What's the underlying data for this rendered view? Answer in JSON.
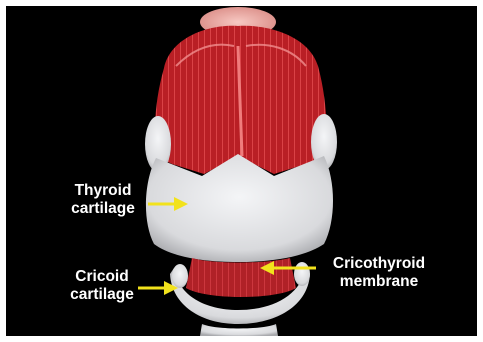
{
  "labels": {
    "thyroid": {
      "line1": "Thyroid",
      "line2": "cartilage"
    },
    "cricoid": {
      "line1": "Cricoid",
      "line2": "cartilage"
    },
    "cricothyroid": {
      "line1": "Cricothyroid",
      "line2": "membrane"
    }
  },
  "colors": {
    "background": "#000000",
    "muscle": "#c0262a",
    "muscle_light": "#e35a5a",
    "cartilage": "#e6e7e9",
    "arrow": "#f2e21c",
    "text": "#ffffff"
  }
}
